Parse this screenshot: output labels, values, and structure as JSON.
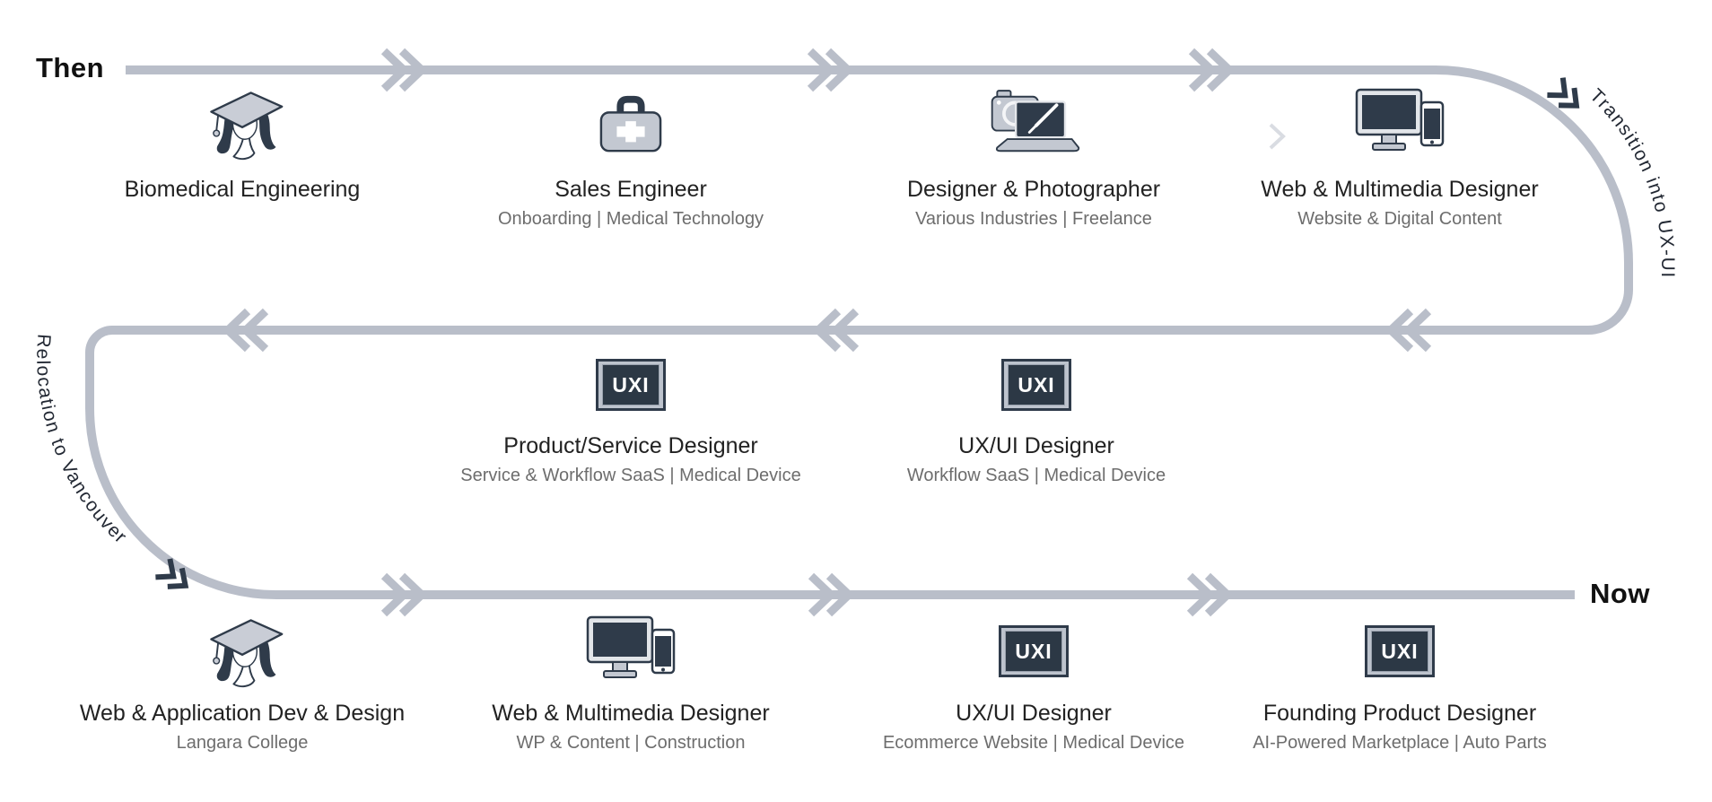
{
  "timeline": {
    "then_label": "Then",
    "now_label": "Now",
    "right_curve_label": "Transition into UX-UI",
    "left_curve_label": "Relocation to Vancouver"
  },
  "uxi_badge_text": "UXI",
  "colors": {
    "line": "#b9bec9",
    "dark_accent": "#2f3b4a",
    "title_text": "#222222",
    "subtitle_text": "#6d6d6d",
    "badge_frame": "#bdc3cd",
    "badge_fill": "#2c3845",
    "background": "#ffffff"
  },
  "items": [
    {
      "icon": "graduate-icon",
      "title": "Biomedical Engineering",
      "subtitle": ""
    },
    {
      "icon": "medical-bag-icon",
      "title": "Sales Engineer",
      "subtitle": "Onboarding | Medical Technology"
    },
    {
      "icon": "camera-laptop-icon",
      "title": "Designer & Photographer",
      "subtitle": "Various Industries | Freelance"
    },
    {
      "icon": "monitor-phone-icon",
      "title": "Web & Multimedia Designer",
      "subtitle": "Website & Digital Content"
    },
    {
      "icon": "uxi-badge-icon",
      "title": "Product/Service Designer",
      "subtitle": "Service & Workflow SaaS | Medical Device"
    },
    {
      "icon": "uxi-badge-icon",
      "title": "UX/UI Designer",
      "subtitle": "Workflow SaaS | Medical Device"
    },
    {
      "icon": "graduate-icon",
      "title": "Web & Application Dev & Design",
      "subtitle": "Langara College"
    },
    {
      "icon": "monitor-phone-icon",
      "title": "Web & Multimedia Designer",
      "subtitle": "WP & Content | Construction"
    },
    {
      "icon": "uxi-badge-icon",
      "title": "UX/UI Designer",
      "subtitle": "Ecommerce Website | Medical Device"
    },
    {
      "icon": "uxi-badge-icon",
      "title": "Founding Product Designer",
      "subtitle": "AI-Powered Marketplace | Auto Parts"
    }
  ]
}
